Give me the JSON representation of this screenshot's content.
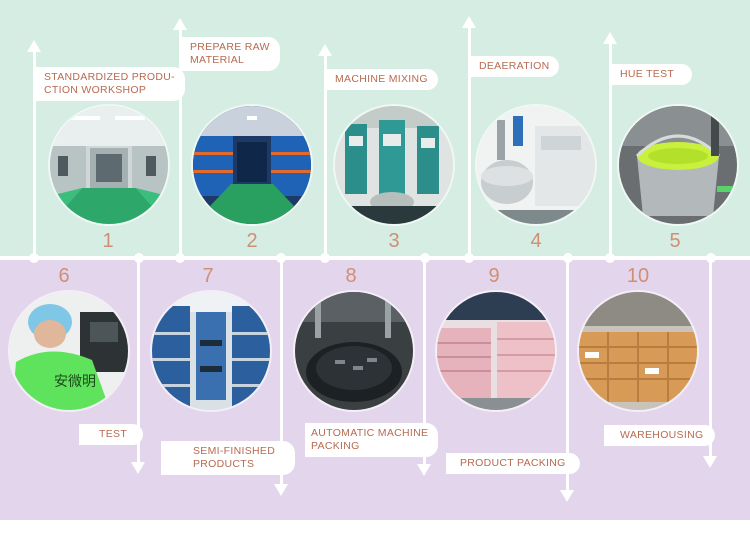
{
  "colors": {
    "top_band": "#d6ede3",
    "bottom_band": "#e3d6ec",
    "label_text": "#b76a4f",
    "number_text": "#d08f73"
  },
  "steps": [
    {
      "number": "1",
      "label": "STANDARDIZED PRODU-\nCTION WORKSHOP",
      "photo": "cleanroom-workshop-photo"
    },
    {
      "number": "2",
      "label": "PREPARE RAW\nMATERIAL",
      "photo": "raw-material-warehouse-photo"
    },
    {
      "number": "3",
      "label": "MACHINE MIXING",
      "photo": "mixing-machine-photo"
    },
    {
      "number": "4",
      "label": "DEAERATION",
      "photo": "deaeration-machine-photo"
    },
    {
      "number": "5",
      "label": "HUE TEST",
      "photo": "green-paint-bucket-photo"
    },
    {
      "number": "6",
      "label": "TEST",
      "photo": "worker-testing-photo",
      "shirt_text": "安微明"
    },
    {
      "number": "7",
      "label": "SEMI-FINISHED\nPRODUCTS",
      "photo": "semi-finished-shelves-photo"
    },
    {
      "number": "8",
      "label": "AUTOMATIC MACHINE\nPACKING",
      "photo": "automatic-packing-machine-photo"
    },
    {
      "number": "9",
      "label": "PRODUCT PACKING",
      "photo": "pink-boxes-stack-photo"
    },
    {
      "number": "10",
      "label": "WAREHOUSING",
      "photo": "carton-warehouse-photo"
    }
  ]
}
